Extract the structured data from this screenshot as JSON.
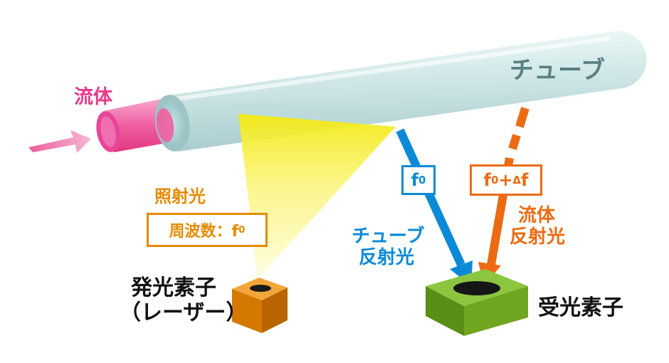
{
  "labels": {
    "tube": "チューブ",
    "fluid": "流体",
    "irradiation_light": "照射光",
    "frequency_text": "周波数：f",
    "frequency_sub": "0",
    "emitter_line1": "発光素子",
    "emitter_line2": "（レーザー）",
    "tube_reflected_line1": "チューブ",
    "tube_reflected_line2": "反射光",
    "fluid_reflected_line1": "流体",
    "fluid_reflected_line2": "反射光",
    "receiver": "受光素子",
    "f0_main": "f",
    "f0_sub": "0",
    "shift_sub": "0",
    "shift_suffix": "+",
    "shift_delta": "Δ",
    "shift_f": "f"
  },
  "colors": {
    "fluid_pink": "#e8398a",
    "light_yellow": "#f7f000",
    "tube_cyan": "#d6ecec",
    "emitter_orange": "#e68a00",
    "tube_reflect_blue": "#0a8ad6",
    "fluid_reflect_orange": "#ec6b12",
    "receiver_green": "#6fa51f",
    "tube_text_gray": "#5a7f83"
  }
}
